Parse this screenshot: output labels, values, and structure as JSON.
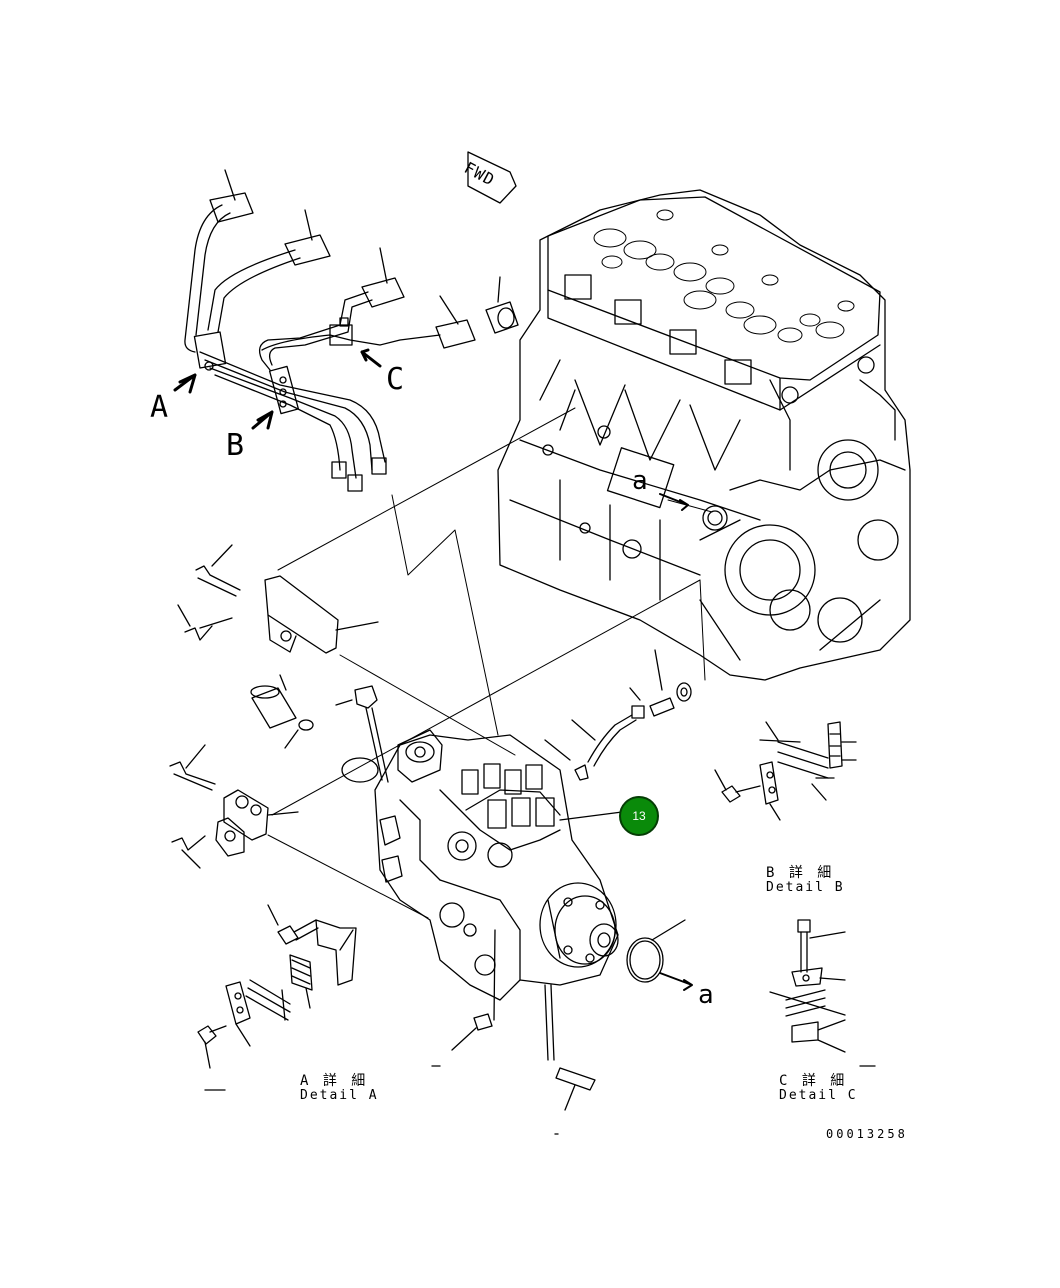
{
  "diagram": {
    "view_labels": {
      "a": "A",
      "b": "B",
      "c": "C"
    },
    "arrow_a_upper": "a",
    "arrow_a_lower": "a",
    "fwd_label": "FWD",
    "callout_number": "13",
    "detail_a_jp": "A 詳 細",
    "detail_a_en": "Detail A",
    "detail_b_jp": "B 詳 細",
    "detail_b_en": "Detail B",
    "detail_c_jp": "C 詳 細",
    "detail_c_en": "Detail C",
    "drawing_number": "00013258",
    "colors": {
      "callout_fill": "#0a8a0a",
      "line": "#000000"
    }
  }
}
